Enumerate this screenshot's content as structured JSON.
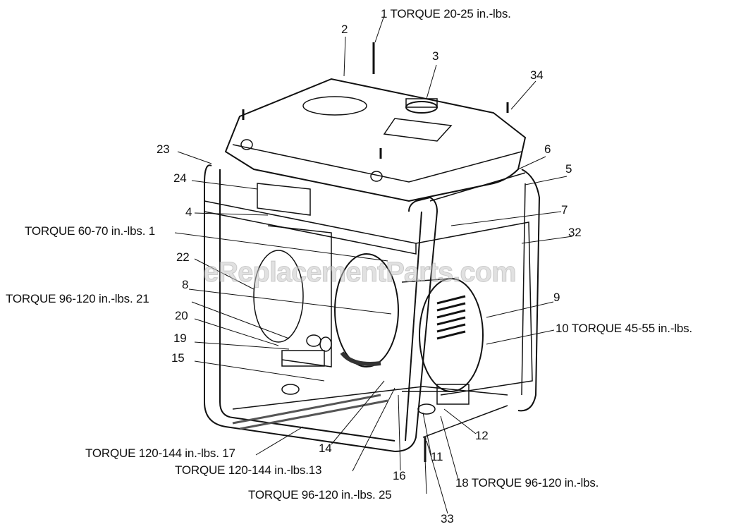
{
  "diagram": {
    "watermark": "eReplacementParts.com",
    "callouts": {
      "c2": "2",
      "c1_top": "1 TORQUE 20-25 in.-lbs.",
      "c3": "3",
      "c34": "34",
      "c23": "23",
      "c6": "6",
      "c5": "5",
      "c24": "24",
      "c4": "4",
      "c7": "7",
      "c1_mid": "TORQUE 60-70 in.-lbs. 1",
      "c32": "32",
      "c22": "22",
      "c8": "8",
      "c21": "TORQUE 96-120 in.-lbs. 21",
      "c9": "9",
      "c20": "20",
      "c10": "10 TORQUE 45-55 in.-lbs.",
      "c19": "19",
      "c15": "15",
      "c12": "12",
      "c17": "TORQUE 120-144 in.-lbs. 17",
      "c14": "14",
      "c11": "11",
      "c13": "TORQUE 120-144 in.-lbs.13",
      "c16": "16",
      "c18": "18 TORQUE 96-120 in.-lbs.",
      "c25": "TORQUE 96-120 in.-lbs. 25",
      "c33": "33"
    }
  }
}
